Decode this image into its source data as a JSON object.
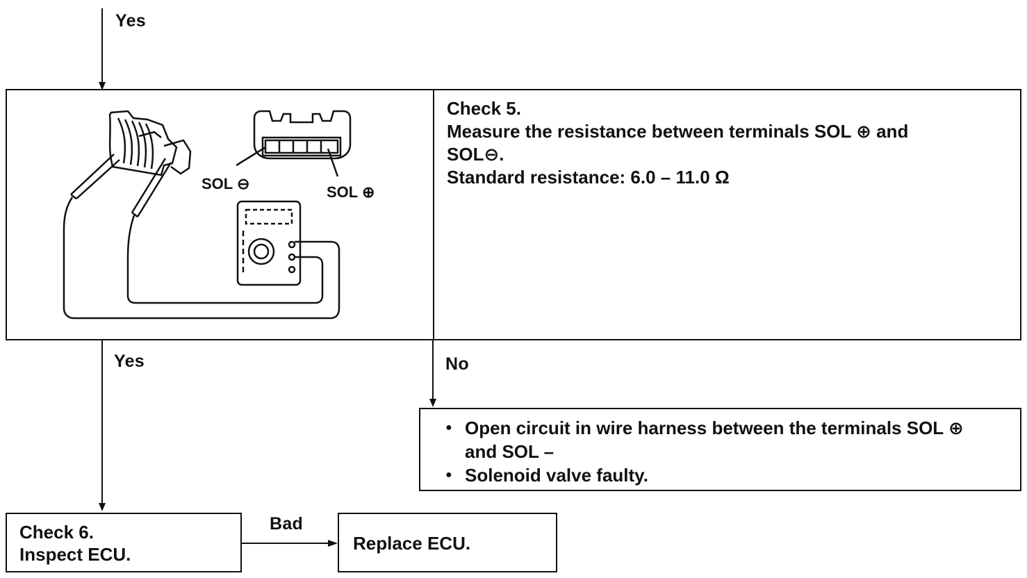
{
  "top_label": "Yes",
  "check5": {
    "title": "Check 5.",
    "line1": "Measure the resistance between terminals SOL ⊕ and",
    "line2": "SOL⊖.",
    "line3": "Standard resistance:  6.0 – 11.0 Ω"
  },
  "illustration": {
    "sol_minus_label": "SOL ⊖",
    "sol_plus_label": "SOL ⊕"
  },
  "yes_label": "Yes",
  "no_label": "No",
  "fault_box": {
    "items": [
      "Open circuit in wire harness between the terminals SOL ⊕ and SOL –",
      "Solenoid valve faulty."
    ]
  },
  "check6": {
    "title": "Check 6.",
    "line1": "Inspect ECU."
  },
  "bad_label": "Bad",
  "replace_box": {
    "text": "Replace ECU."
  }
}
